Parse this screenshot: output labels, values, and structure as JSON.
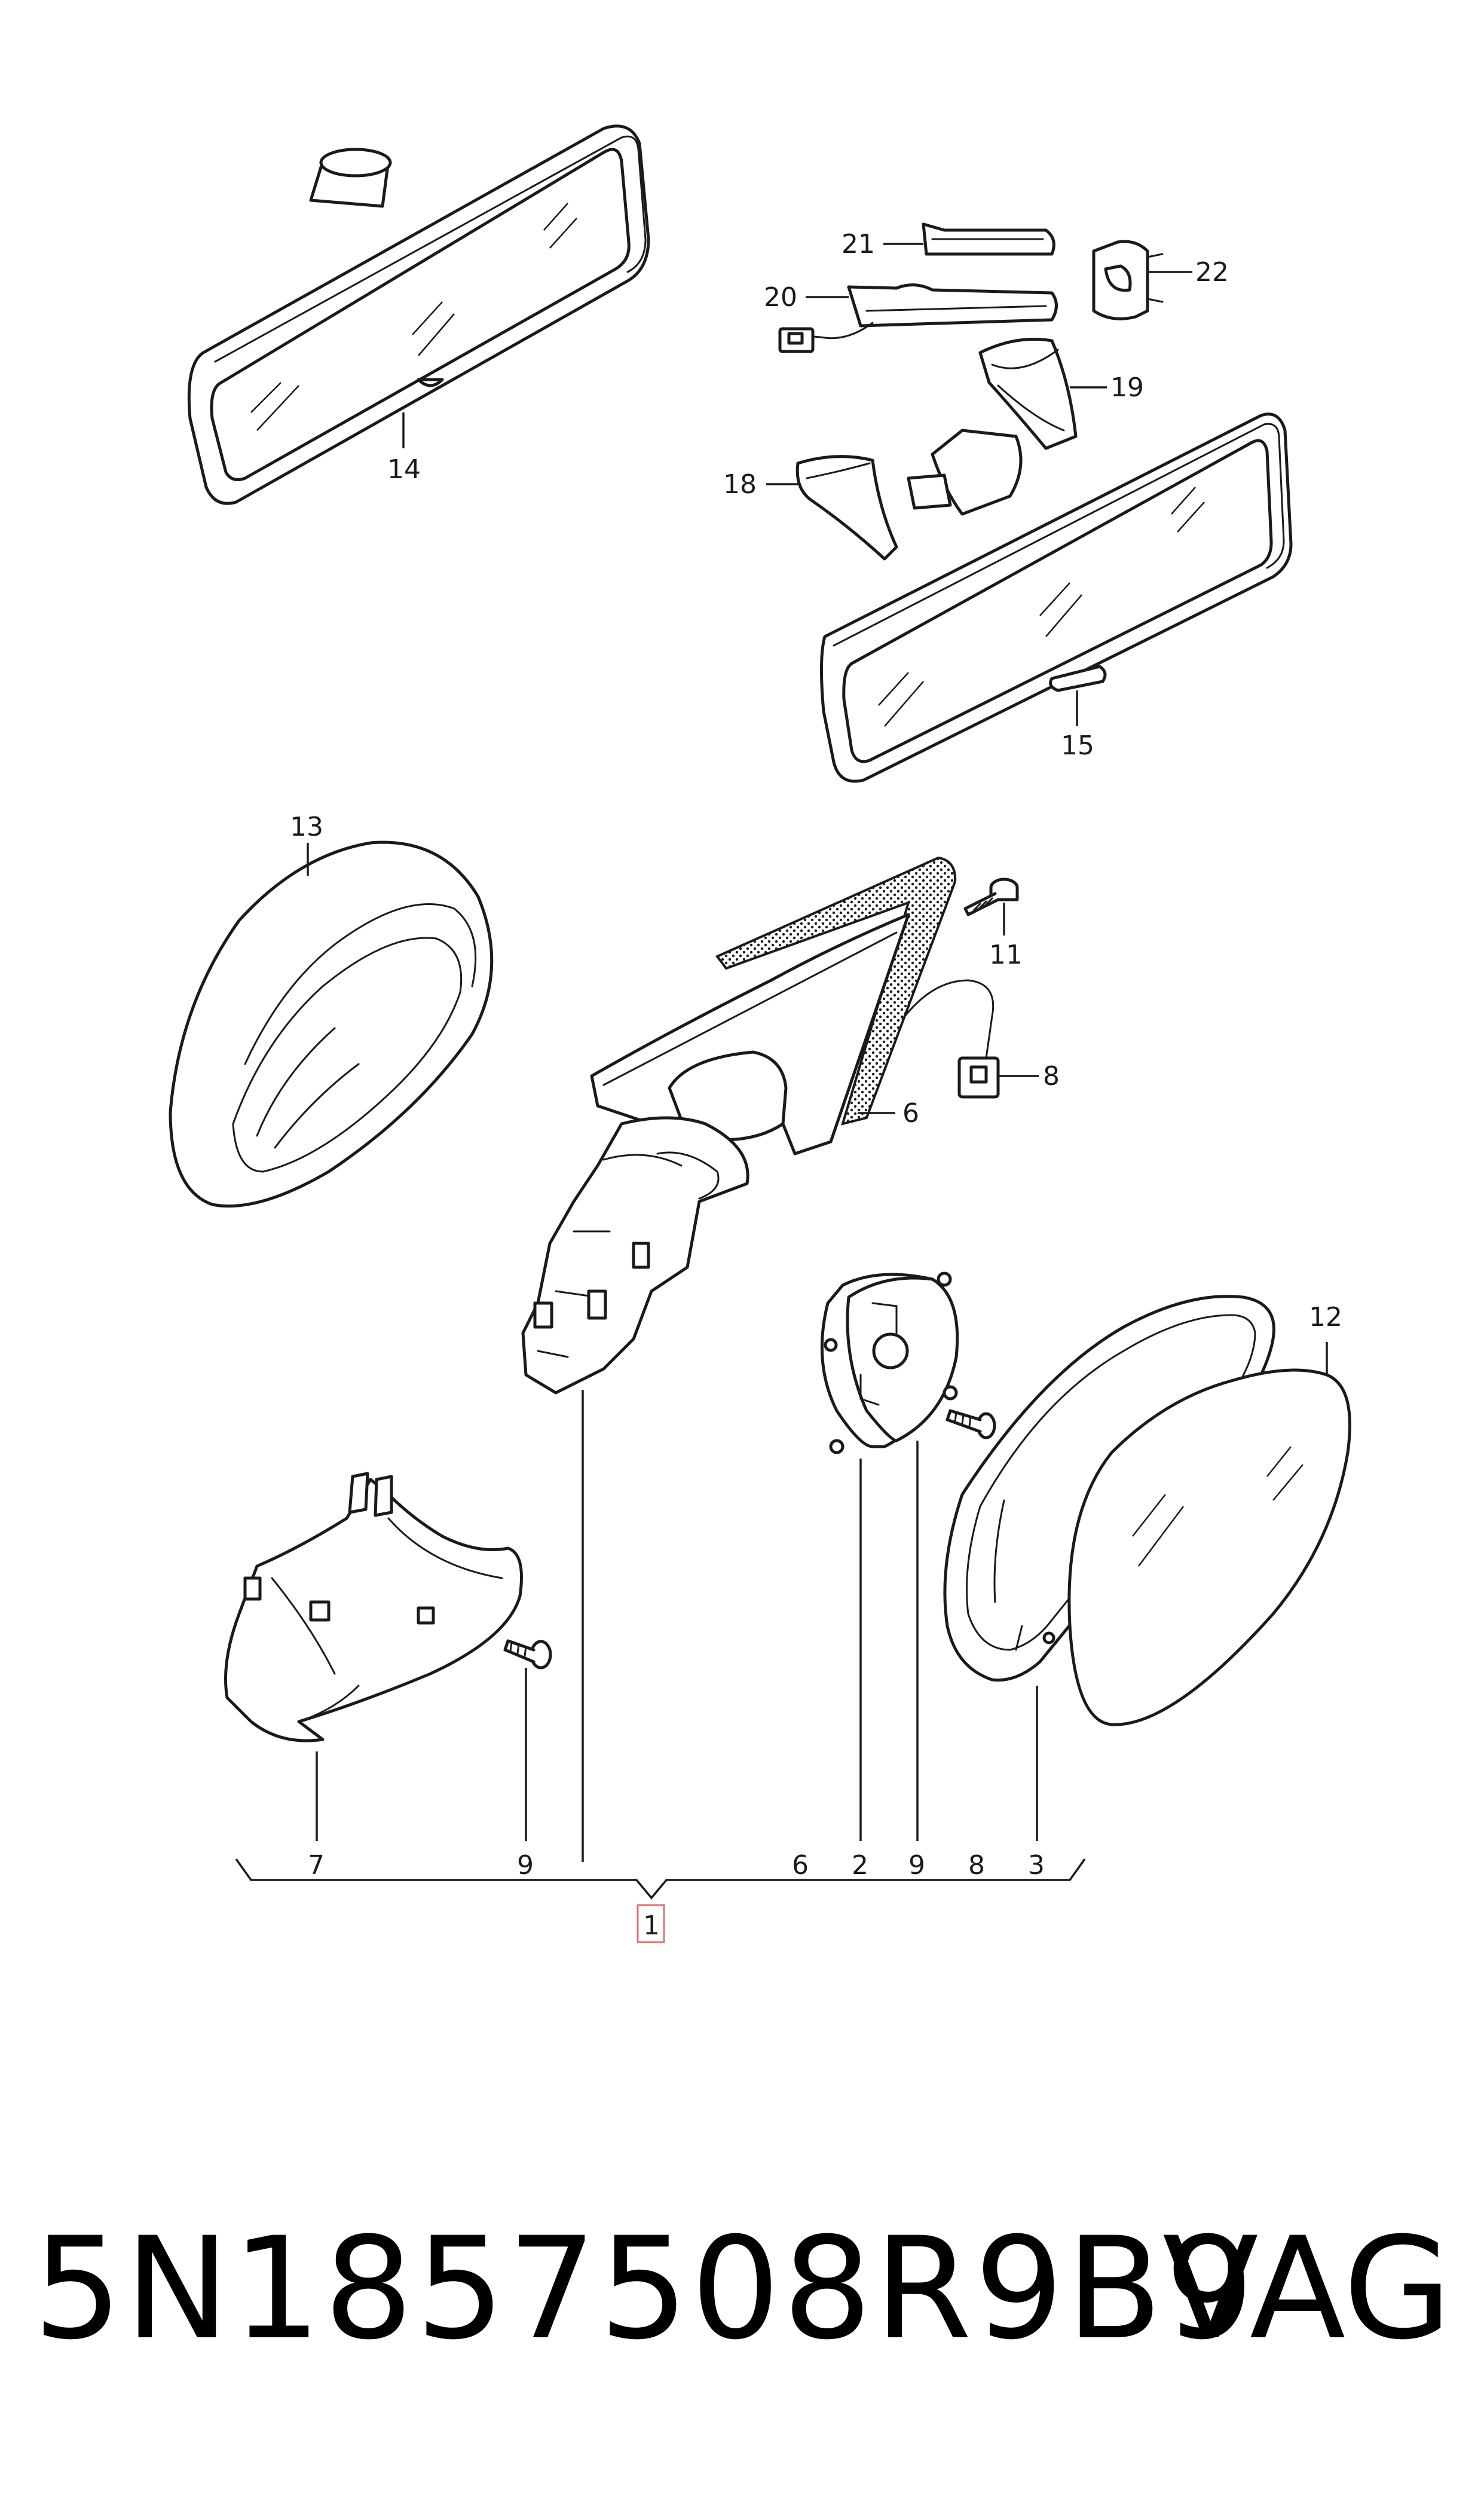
{
  "labels": {
    "l14": "14",
    "l21": "21",
    "l20": "20",
    "l22": "22",
    "l19": "19",
    "l18": "18",
    "l15": "15",
    "l13": "13",
    "l11": "11",
    "l8": "8",
    "l6": "6",
    "l12": "12",
    "l7": "7",
    "l9a": "9",
    "l6b": "6",
    "l2": "2",
    "l9b": "9",
    "l8b": "8",
    "l3": "3",
    "l1": "1"
  },
  "colors": {
    "highlight_box": "#e07070",
    "line": "#1a1a1a"
  },
  "footer": {
    "part_number": "5N1857508R9B9",
    "brand": "VAG"
  }
}
